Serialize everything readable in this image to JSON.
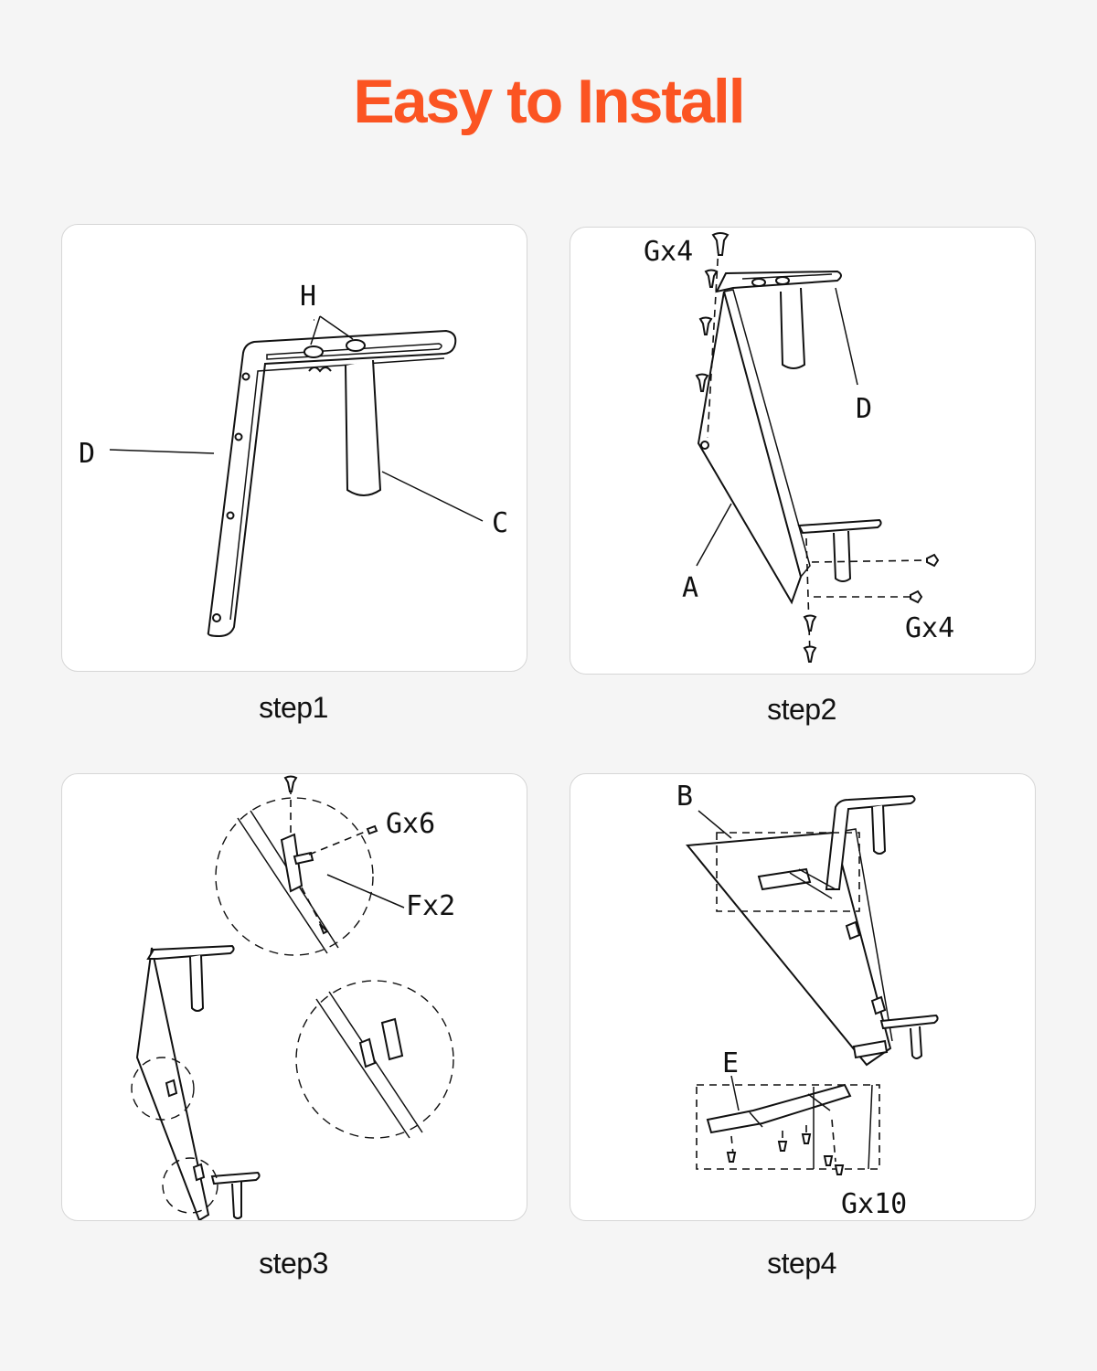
{
  "title": "Easy to Install",
  "colors": {
    "title": "#fb5422",
    "background": "#f5f5f5",
    "panel": "#ffffff"
  },
  "steps": [
    {
      "caption": "step1",
      "labels": {
        "h": "H",
        "d": "D",
        "c": "C"
      }
    },
    {
      "caption": "step2",
      "labels": {
        "g_top": "Gx4",
        "d": "D",
        "a": "A",
        "g_bottom": "Gx4"
      }
    },
    {
      "caption": "step3",
      "labels": {
        "g": "Gx6",
        "f": "Fx2"
      }
    },
    {
      "caption": "step4",
      "labels": {
        "b": "B",
        "e": "E",
        "g": "Gx10"
      }
    }
  ]
}
